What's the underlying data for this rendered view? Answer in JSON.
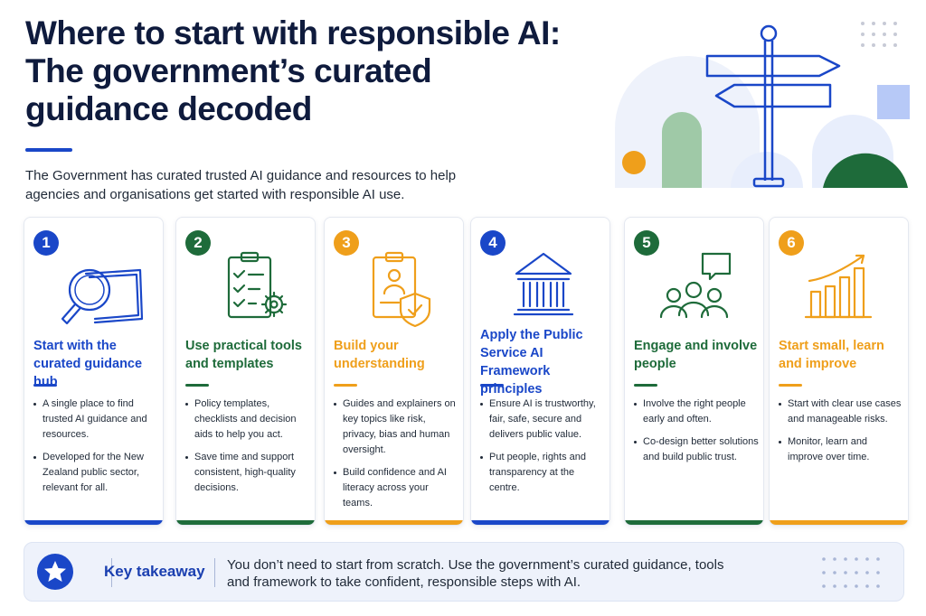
{
  "title_lines": [
    "Where to start with responsible AI:",
    "The government’s curated",
    "guidance decoded"
  ],
  "intro": "The Government has curated trusted AI guidance and resources to help agencies and organisations get started with responsible AI use.",
  "colors": {
    "blue": "#1a47c8",
    "green": "#1e6b3a",
    "orange": "#ef9f1b",
    "navy": "#0f1b3d"
  },
  "cards": [
    {
      "num": "1",
      "icon": "magnifier-book-icon",
      "title": "Start with the curated guidance hub",
      "bullets": [
        "A single place to find trusted AI guidance and resources.",
        "Developed for the New Zealand public sector, relevant for all."
      ]
    },
    {
      "num": "2",
      "icon": "clipboard-checklist-gear-icon",
      "title": "Use practical tools and templates",
      "bullets": [
        "Policy templates, checklists and decision aids to help you act.",
        "Save time and support consistent, high-quality decisions."
      ]
    },
    {
      "num": "3",
      "icon": "clipboard-person-shield-icon",
      "title": "Build your understanding",
      "bullets": [
        "Guides and explainers on key topics like risk, privacy, bias and human oversight.",
        "Build confidence and AI literacy across your teams."
      ]
    },
    {
      "num": "4",
      "icon": "government-building-icon",
      "title": "Apply the Public Service AI Framework principles",
      "bullets": [
        "Ensure AI is trustworthy, fair, safe, secure and delivers public value.",
        "Put people, rights and transparency at the centre."
      ]
    },
    {
      "num": "5",
      "icon": "people-speech-bubble-icon",
      "title": "Engage and involve people",
      "bullets": [
        "Involve the right people early and often.",
        "Co-design better solutions and build public trust."
      ]
    },
    {
      "num": "6",
      "icon": "growth-bar-chart-icon",
      "title": "Start small, learn and improve",
      "bullets": [
        "Start with clear use cases and manageable risks.",
        "Monitor, learn and improve over time."
      ]
    }
  ],
  "takeaway": {
    "label": "Key takeaway",
    "text": "You don’t need to start from scratch. Use the government’s curated guidance, tools and framework to take confident, responsible steps with AI."
  }
}
